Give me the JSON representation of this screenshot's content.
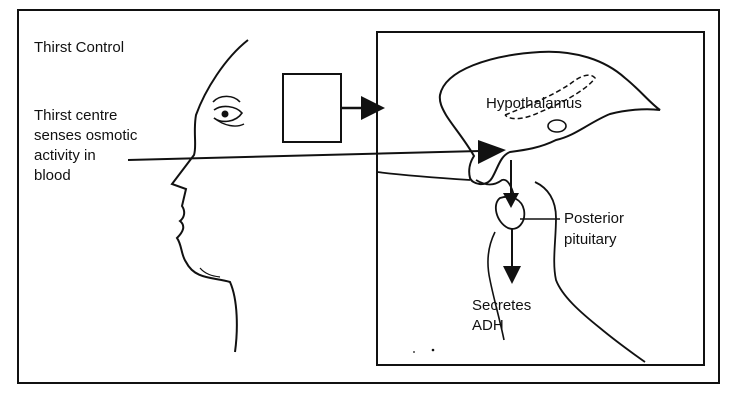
{
  "figure": {
    "title": "Thirst Control",
    "thirst_centre_label": [
      "Thirst centre",
      "senses osmotic",
      "activity in",
      "blood"
    ],
    "hypothalamus_label": "Hypothalamus",
    "posterior_pituitary_label": [
      "Posterior",
      "pituitary"
    ],
    "secretes_label": [
      "Secretes",
      "ADH"
    ]
  }
}
